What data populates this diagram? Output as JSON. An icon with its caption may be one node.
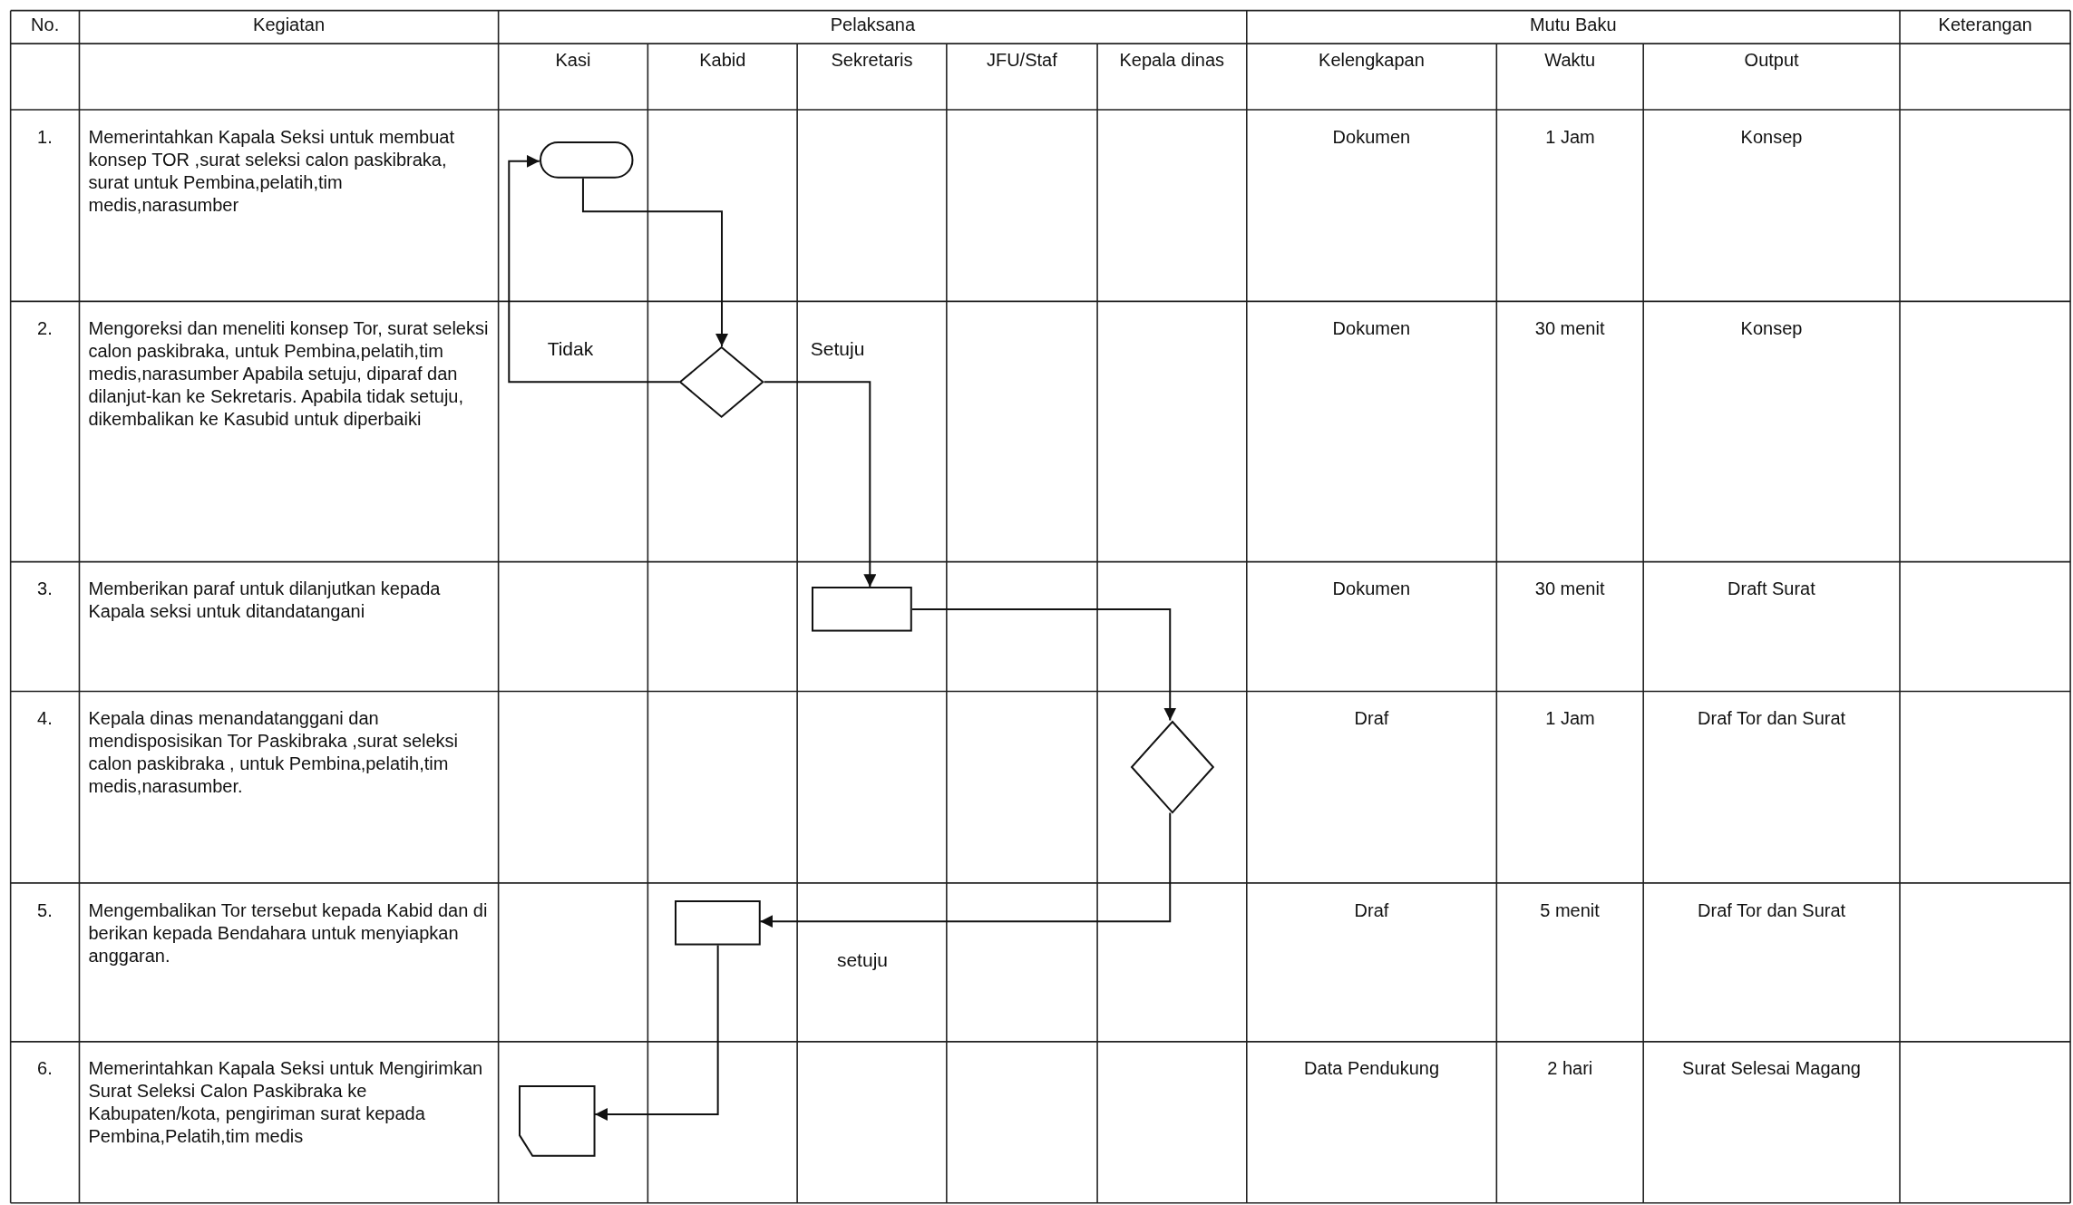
{
  "diagram": {
    "nodes": [
      {
        "text": [],
        "shape": "terminator"
      },
      {
        "text": [],
        "shape": "diamond"
      },
      {
        "text": [],
        "shape": "box"
      },
      {
        "text": [],
        "shape": "diamond"
      },
      {
        "text": [],
        "shape": "box"
      },
      {
        "text": [],
        "shape": "pentagon"
      }
    ],
    "edges": [
      {
        "from": 0,
        "to": 1,
        "arrow": "to"
      },
      {
        "from": 1,
        "to": 0,
        "arrow": "to",
        "label": "Tidak"
      },
      {
        "from": 1,
        "to": 2,
        "arrow": "to",
        "label": "Setuju"
      },
      {
        "from": 2,
        "to": 3,
        "arrow": "to"
      },
      {
        "from": 3,
        "to": 4,
        "arrow": "to",
        "label": "setuju"
      },
      {
        "from": 4,
        "to": 5,
        "arrow": "to"
      }
    ],
    "labels": [
      "No.",
      "Kegiatan",
      "Pelaksana",
      "Mutu Baku",
      "Keterangan",
      "Kasi",
      "Kabid",
      "Sekretaris",
      "JFU/Staf",
      "Kepala dinas",
      "Kelengkapan",
      "Waktu",
      "Output",
      "1.",
      "Memerintahkan Kapala Seksi untuk membuat konsep TOR ,surat seleksi calon paskibraka, surat untuk Pembina,pelatih,tim medis,narasumber",
      "Dokumen",
      "1 Jam",
      "Konsep",
      "2.",
      "Mengoreksi dan meneliti konsep Tor, surat seleksi calon paskibraka, untuk Pembina,pelatih,tim medis,narasumber Apabila setuju, diparaf dan dilanjut-kan ke Sekretaris. Apabila tidak setuju, dikembalikan ke Kasubid untuk diperbaiki",
      "Dokumen",
      "30 menit",
      "Konsep",
      "3.",
      "Memberikan paraf untuk dilanjutkan kepada Kapala seksi untuk ditandatangani",
      "Dokumen",
      "30 menit",
      "Draft Surat",
      "4.",
      "Kepala dinas menandatanggani dan mendisposisikan Tor Paskibraka ,surat seleksi calon paskibraka , untuk Pembina,pelatih,tim medis,narasumber.",
      "Draf",
      "1 Jam",
      "Draf Tor dan Surat",
      "5.",
      "Mengembalikan Tor tersebut kepada Kabid dan di berikan kepada Bendahara untuk menyiapkan anggaran.",
      "Draf",
      "5 menit",
      "Draf Tor dan Surat",
      "6.",
      "Memerintahkan Kapala Seksi untuk Mengirimkan Surat Seleksi Calon Paskibraka ke Kabupaten/kota, pengiriman surat kepada Pembina,Pelatih,tim medis",
      "Data Pendukung",
      "2 hari",
      "Surat Selesai Magang"
    ]
  }
}
